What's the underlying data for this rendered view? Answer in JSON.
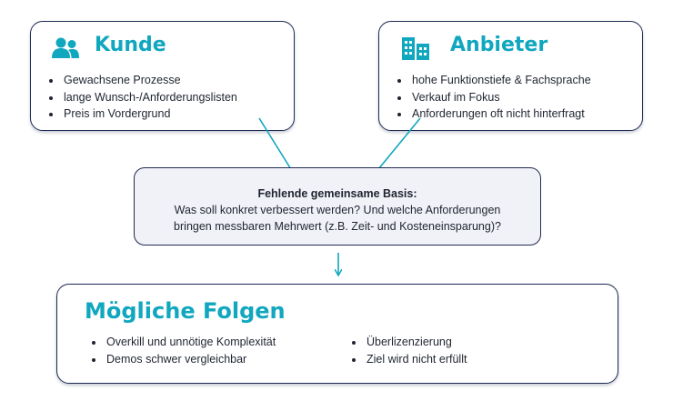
{
  "kunde": {
    "title": "Kunde",
    "icon": "users-icon",
    "items": [
      "Gewachsene Prozesse",
      "lange Wunsch-/Anforderungslisten",
      "Preis im Vordergrund"
    ]
  },
  "anbieter": {
    "title": "Anbieter",
    "icon": "building-icon",
    "items": [
      "hohe Funktionstiefe & Fachsprache",
      "Verkauf im Fokus",
      "Anforderungen oft nicht hinterfragt"
    ]
  },
  "basis": {
    "heading": "Fehlende gemeinsame Basis:",
    "line1": "Was soll konkret verbessert werden? Und welche Anforderungen",
    "line2": "bringen messbaren Mehrwert (z.B. Zeit- und Kosteneinsparung)?"
  },
  "folgen": {
    "title": "Mögliche Folgen",
    "left_items": [
      "Overkill und unnötige Komplexität",
      "Demos schwer vergleichbar"
    ],
    "right_items": [
      "Überlizenzierung",
      "Ziel wird nicht erfüllt"
    ]
  },
  "colors": {
    "accent": "#10a7bf",
    "border": "#1e2a52",
    "mid_fill": "#f1f1f8"
  }
}
